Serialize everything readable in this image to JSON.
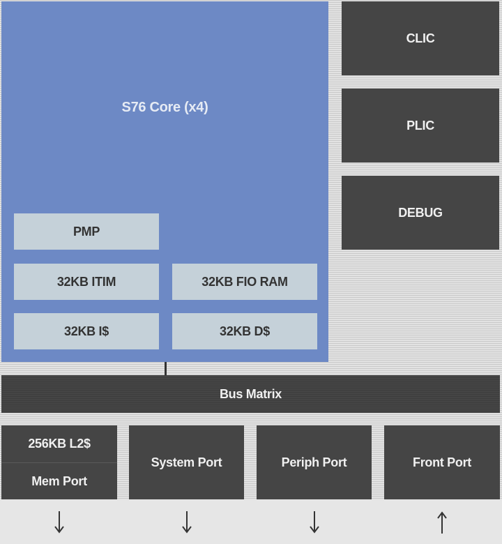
{
  "core": {
    "title": "S76 Core (x4)",
    "pmp": "PMP",
    "itim": "32KB ITIM",
    "fio_ram": "32KB FIO RAM",
    "icache": "32KB I$",
    "dcache": "32KB D$"
  },
  "peripherals": {
    "clic": "CLIC",
    "plic": "PLIC",
    "debug": "DEBUG"
  },
  "bus": {
    "label": "Bus Matrix"
  },
  "ports": {
    "l2": "256KB L2$",
    "mem": "Mem Port",
    "system": "System Port",
    "periph": "Periph Port",
    "front": "Front Port"
  },
  "arrows": {
    "mem": "down",
    "system": "down",
    "periph": "down",
    "front": "up"
  },
  "colors": {
    "core_blue": "#6d89c5",
    "memory_block": "#c5d1d9",
    "dark_block": "#454545",
    "background": "#e6e6e6"
  }
}
